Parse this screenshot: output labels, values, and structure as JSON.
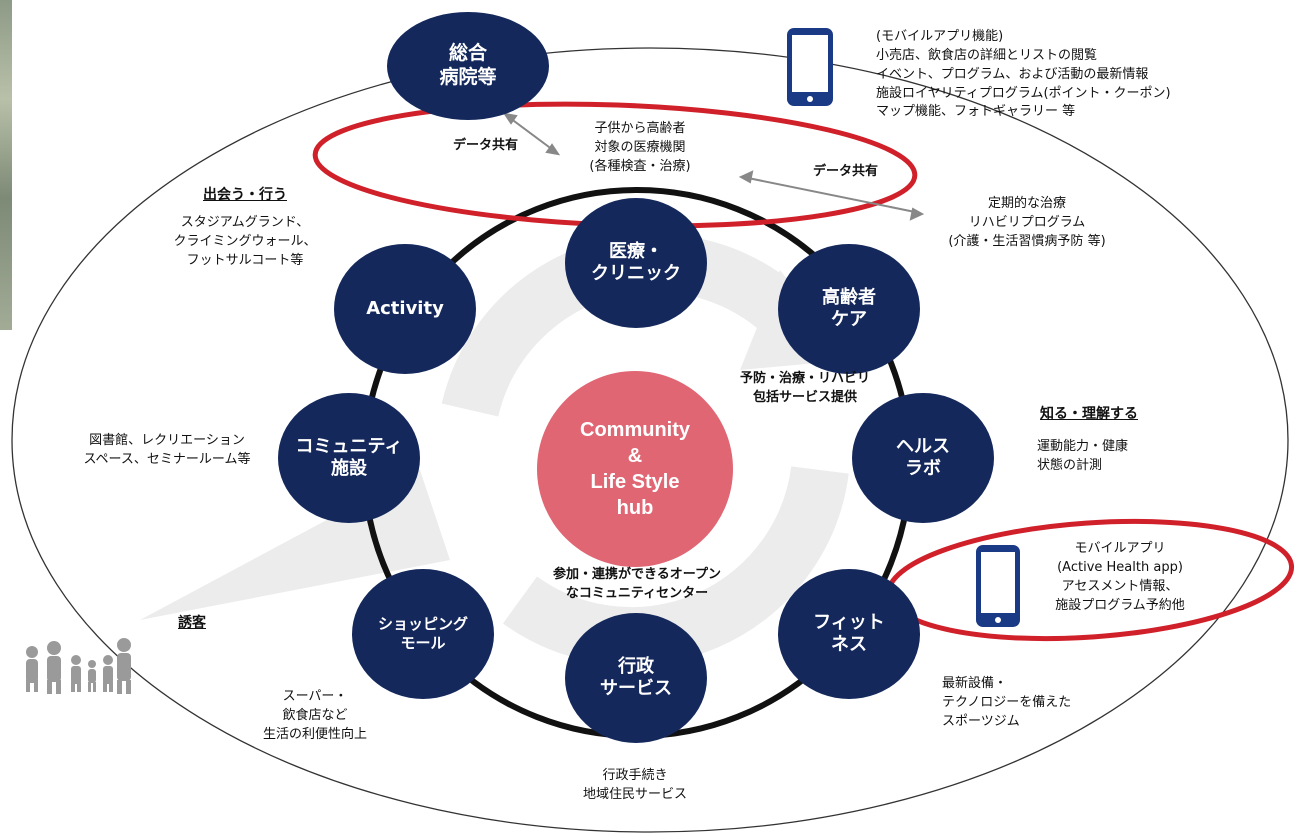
{
  "hub": {
    "line1": "Community",
    "line2": "&",
    "line3": "Life Style",
    "line4": "hub"
  },
  "nodes": {
    "hospital": [
      "総合",
      "病院等"
    ],
    "clinic": [
      "医療・",
      "クリニック"
    ],
    "elderly": [
      "高齢者",
      "ケア"
    ],
    "healthlab": [
      "ヘルス",
      "ラボ"
    ],
    "fitness": [
      "フィット",
      "ネス"
    ],
    "government": [
      "行政",
      "サービス"
    ],
    "shopping": [
      "ショッピング",
      "モール"
    ],
    "community": [
      "コミュニティ",
      "施設"
    ],
    "activity": [
      "Activity"
    ]
  },
  "mobile_app_top": [
    "(モバイルアプリ機能)",
    "小売店、飲食店の詳細とリストの閲覧",
    "イベント、プログラム、および活動の最新情報",
    "施設ロイヤリティプログラム(ポイント・クーポン)",
    "マップ機能、フォトギャラリー 等"
  ],
  "mobile_app_bottom": [
    "モバイルアプリ",
    "(Active Health app)",
    "アセスメント情報、",
    "施設プログラム予約他"
  ],
  "data_share_left": "データ共有",
  "data_share_right": "データ共有",
  "medical_institution": [
    "子供から高齢者",
    "対象の医療機関",
    "(各種検査・治療)"
  ],
  "regular_treatment": [
    "定期的な治療",
    "リハビリプログラム",
    "(介護・生活習慣病予防 等)"
  ],
  "meet_do": {
    "title": "出会う・行う",
    "lines": [
      "スタジアムグランド、",
      "クライミングウォール、",
      "フットサルコート等"
    ]
  },
  "know_understand": {
    "title": "知る・理解する",
    "lines": [
      "運動能力・健康",
      "状態の計測"
    ]
  },
  "library": [
    "図書館、レクリエーション",
    "スペース、セミナールーム等"
  ],
  "prevention": [
    "予防・治療・リハビリ",
    "包括サービス提供"
  ],
  "participation": [
    "参加・連携ができるオープン",
    "なコミュニティセンター"
  ],
  "visitors": "誘客",
  "supermarket": [
    "スーパー・",
    "飲食店など",
    "生活の利便性向上"
  ],
  "latest_equipment": [
    "最新設備・",
    "テクノロジーを備えた",
    "スポーツジム"
  ],
  "admin_procedures": [
    "行政手続き",
    "地域住民サービス"
  ],
  "colors": {
    "node": "#14285c",
    "hub": "#e06674",
    "red_ring": "#d0202a",
    "phone": "#1b3a86"
  },
  "icons": [
    "smartphone-icon",
    "family-silhouette-icon",
    "double-arrow-icon"
  ]
}
